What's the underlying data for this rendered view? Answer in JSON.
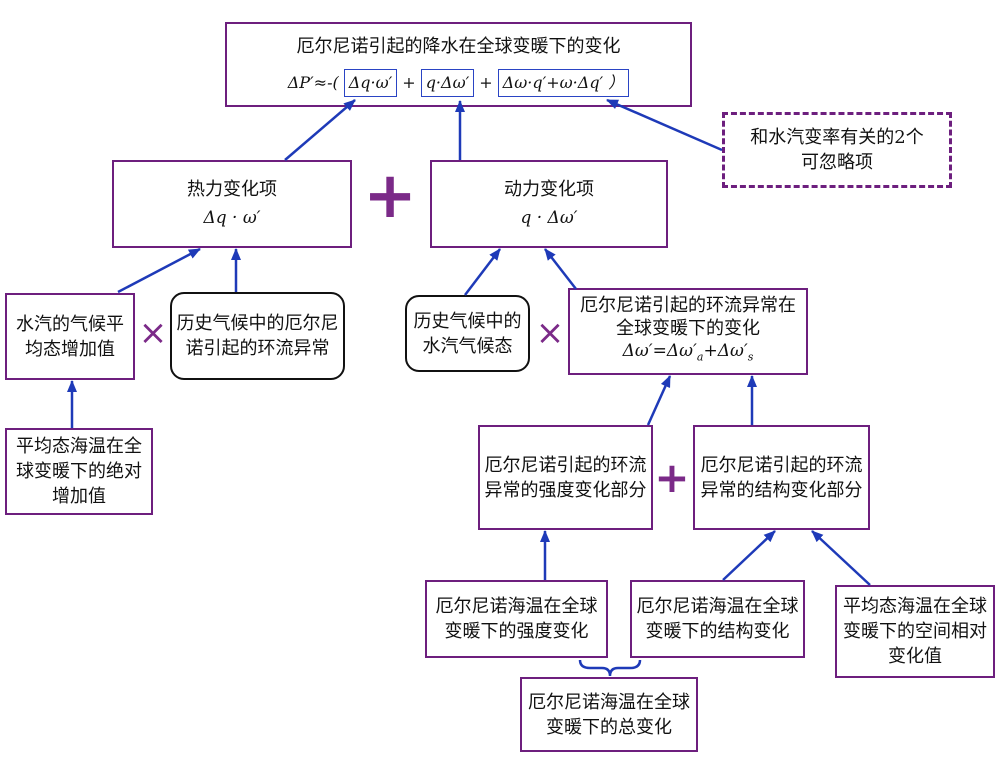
{
  "colors": {
    "box_border": "#6d1f7e",
    "arrow": "#1e3ab8",
    "operator": "#7b2a88",
    "formula_box_border": "#2a44c4",
    "rounded_box_border": "#111111"
  },
  "top_box": {
    "title": "厄尔尼诺引起的降水在全球变暖下的变化",
    "formula_prefix": "ΔP′≈-(",
    "term_thermo": "Δq·ω′",
    "plus_1": "+",
    "term_dynamic": "q·Δω′",
    "plus_2": "+",
    "term_negligible": "Δω·q′+ω·Δq′ ）"
  },
  "negligible_note": {
    "lines": [
      "和水汽变率有关的2个",
      "可忽略项"
    ]
  },
  "thermo_term": {
    "title": "热力变化项",
    "formula": "Δq · ω′"
  },
  "dynamic_term": {
    "title": "动力变化项",
    "formula": "q · Δω′"
  },
  "operators": {
    "plus_main": "+",
    "times_left": "×",
    "times_right": "×",
    "plus_lower": "+"
  },
  "water_mean_increase": {
    "lines": [
      "水汽的气候平",
      "均态增加值"
    ]
  },
  "historical_circulation": {
    "lines": [
      "历史气候中的厄尔尼",
      "诺引起的环流异常"
    ]
  },
  "historical_water": {
    "lines": [
      "历史气候中的",
      "水汽气候态"
    ]
  },
  "circulation_change": {
    "lines": [
      "厄尔尼诺引起的环流异常在",
      "全球变暖下的变化"
    ],
    "formula": {
      "main": "Δω′=Δω′",
      "sub_a": "a",
      "plus": "+Δω′",
      "sub_s": "s"
    }
  },
  "mean_sst_absolute": {
    "lines": [
      "平均态海温在全",
      "球变暖下的绝对",
      "增加值"
    ]
  },
  "intensity_part": {
    "lines": [
      "厄尔尼诺引起的环流",
      "异常的强度变化部分"
    ]
  },
  "structure_part": {
    "lines": [
      "厄尔尼诺引起的环流",
      "异常的结构变化部分"
    ]
  },
  "enso_sst_intensity": {
    "lines": [
      "厄尔尼诺海温在全球",
      "变暖下的强度变化"
    ]
  },
  "enso_sst_structure": {
    "lines": [
      "厄尔尼诺海温在全球",
      "变暖下的结构变化"
    ]
  },
  "mean_sst_spatial": {
    "lines": [
      "平均态海温在全球",
      "变暖下的空间相对",
      "变化值"
    ]
  },
  "enso_sst_total": {
    "lines": [
      "厄尔尼诺海温在全球",
      "变暖下的总变化"
    ]
  }
}
